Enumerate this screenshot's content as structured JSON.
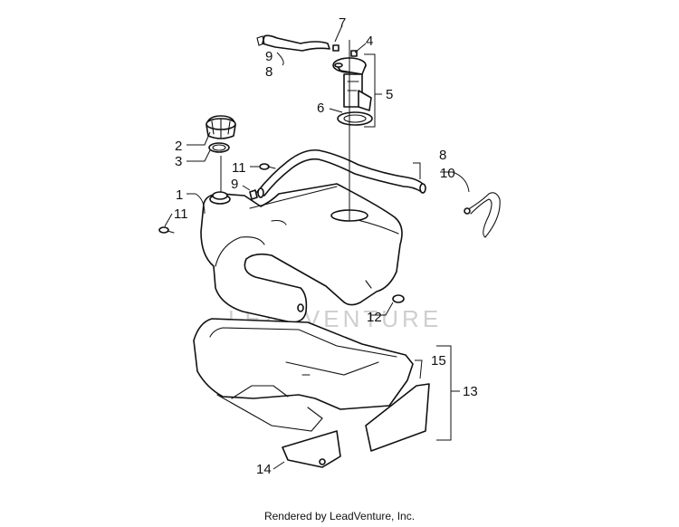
{
  "diagram": {
    "callouts": {
      "c1": "1",
      "c2": "2",
      "c3": "3",
      "c4": "4",
      "c5": "5",
      "c6": "6",
      "c7": "7",
      "c8a": "8",
      "c8b": "8",
      "c9a": "9",
      "c9b": "9",
      "c10": "10",
      "c11a": "11",
      "c11b": "11",
      "c12": "12",
      "c13": "13",
      "c14": "14",
      "c15": "15"
    },
    "watermark": "LEADVENTURE"
  },
  "footer": {
    "text": "Rendered by LeadVenture, Inc."
  }
}
